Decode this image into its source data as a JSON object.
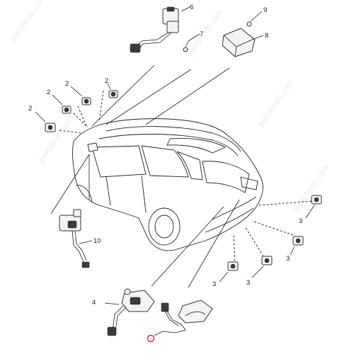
{
  "callouts": {
    "c2a": "2",
    "c2b": "2",
    "c2c": "2",
    "c2d": "2",
    "c3a": "3",
    "c3b": "3",
    "c3c": "3",
    "c3d": "3",
    "c4": "4",
    "c6": "6",
    "c7": "7",
    "c8": "8",
    "c9": "9",
    "c10": "10"
  },
  "watermark": "partsfinds.com",
  "accent_color": "#e2231a"
}
